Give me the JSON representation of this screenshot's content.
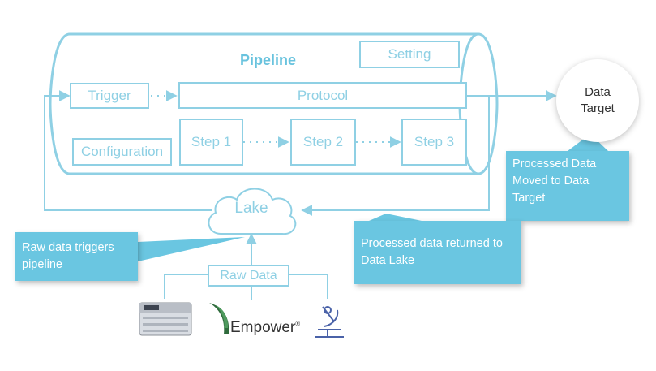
{
  "diagram": {
    "pipeline_title": "Pipeline",
    "setting_label": "Setting",
    "trigger_label": "Trigger",
    "protocol_label": "Protocol",
    "configuration_label": "Configuration",
    "steps": [
      "Step 1",
      "Step 2",
      "Step 3"
    ],
    "data_target": {
      "line1": "Data",
      "line2": "Target"
    },
    "lake_label": "Lake",
    "raw_data_label": "Raw Data",
    "sources": [
      {
        "name": "Empower",
        "registered_mark": "®",
        "icon": "empower-logo"
      },
      {
        "icon": "lab-instrument-icon"
      },
      {
        "icon": "microscope-icon"
      }
    ],
    "callouts": {
      "processed_to_target": "Processed Data Moved to Data Target",
      "processed_to_lake": "Processed data returned to Data Lake",
      "raw_triggers": "Raw data triggers pipeline"
    },
    "colors": {
      "accent": "#8fd0e4",
      "title": "#69c3de",
      "callout_bg": "#6ac6e1"
    }
  }
}
